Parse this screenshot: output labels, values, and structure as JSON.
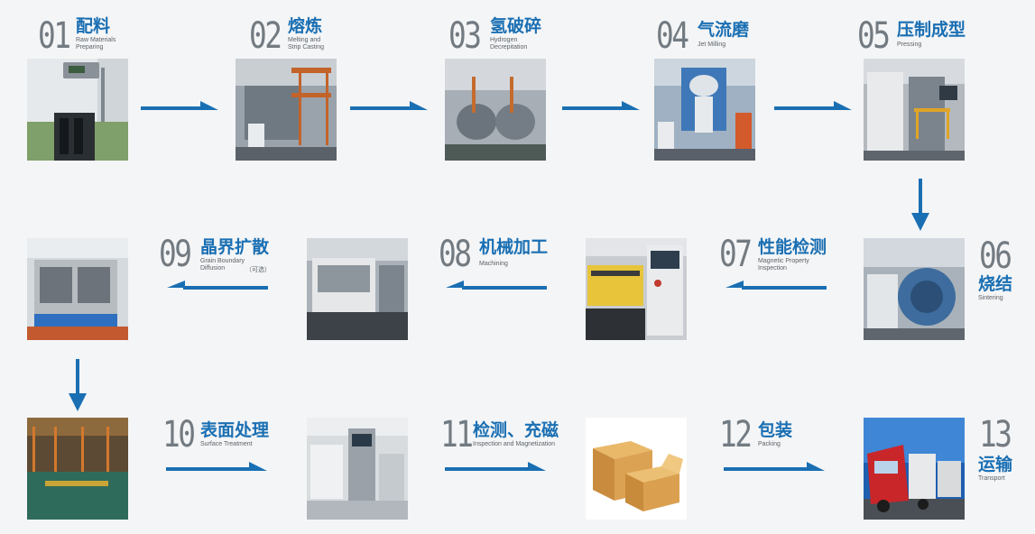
{
  "steps": [
    {
      "num": "01",
      "zh": "配料",
      "en": "Raw Materials\nPreparing"
    },
    {
      "num": "02",
      "zh": "熔炼",
      "en": "Melting and\nStrip Casting"
    },
    {
      "num": "03",
      "zh": "氢破碎",
      "en": "Hydrogen\nDecrepitation"
    },
    {
      "num": "04",
      "zh": "气流磨",
      "en": "Jet Milling"
    },
    {
      "num": "05",
      "zh": "压制成型",
      "en": "Pressing"
    },
    {
      "num": "06",
      "zh": "烧结",
      "en": "Sintering"
    },
    {
      "num": "07",
      "zh": "性能检测",
      "en": "Magnetic Property\nInspection"
    },
    {
      "num": "08",
      "zh": "机械加工",
      "en": "Machining"
    },
    {
      "num": "09",
      "zh": "晶界扩散",
      "en": "Grain Boundary\nDiffusion",
      "note": "（可选）"
    },
    {
      "num": "10",
      "zh": "表面处理",
      "en": "Surface Treatment"
    },
    {
      "num": "11",
      "zh": "检测、充磁",
      "en": "Inspection and Magnetization"
    },
    {
      "num": "12",
      "zh": "包装",
      "en": "Packing"
    },
    {
      "num": "13",
      "zh": "运输",
      "en": "Transport"
    }
  ],
  "colors": {
    "accent": "#1a6fb3",
    "number": "#737b82",
    "background": "#f4f5f6"
  }
}
